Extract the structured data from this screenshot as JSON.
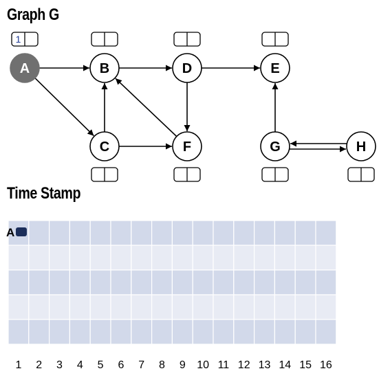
{
  "graph": {
    "title": "Graph G",
    "nodes": [
      {
        "id": "A",
        "label": "A",
        "visited": true,
        "discovery": "1",
        "finish": ""
      },
      {
        "id": "B",
        "label": "B",
        "visited": false,
        "discovery": "",
        "finish": ""
      },
      {
        "id": "C",
        "label": "C",
        "visited": false,
        "discovery": "",
        "finish": ""
      },
      {
        "id": "D",
        "label": "D",
        "visited": false,
        "discovery": "",
        "finish": ""
      },
      {
        "id": "E",
        "label": "E",
        "visited": false,
        "discovery": "",
        "finish": ""
      },
      {
        "id": "F",
        "label": "F",
        "visited": false,
        "discovery": "",
        "finish": ""
      },
      {
        "id": "G",
        "label": "G",
        "visited": false,
        "discovery": "",
        "finish": ""
      },
      {
        "id": "H",
        "label": "H",
        "visited": false,
        "discovery": "",
        "finish": ""
      }
    ],
    "edges": [
      {
        "from": "A",
        "to": "B"
      },
      {
        "from": "A",
        "to": "C"
      },
      {
        "from": "B",
        "to": "D"
      },
      {
        "from": "C",
        "to": "B"
      },
      {
        "from": "C",
        "to": "F"
      },
      {
        "from": "D",
        "to": "E"
      },
      {
        "from": "D",
        "to": "F"
      },
      {
        "from": "F",
        "to": "B"
      },
      {
        "from": "G",
        "to": "E"
      },
      {
        "from": "G",
        "to": "H"
      },
      {
        "from": "H",
        "to": "G"
      }
    ]
  },
  "timestamp": {
    "title": "Time Stamp",
    "columns": [
      "1",
      "2",
      "3",
      "4",
      "5",
      "6",
      "7",
      "8",
      "9",
      "10",
      "11",
      "12",
      "13",
      "14",
      "15",
      "16"
    ],
    "rows": [
      {
        "label": "A",
        "marks": [
          1
        ]
      },
      {
        "label": "",
        "marks": []
      },
      {
        "label": "",
        "marks": []
      },
      {
        "label": "",
        "marks": []
      },
      {
        "label": "",
        "marks": []
      }
    ]
  },
  "colors": {
    "visited_fill": "#707070",
    "visited_text": "#ffffff",
    "node_stroke": "#000000",
    "grid_dark": "#d2d9ea",
    "grid_light": "#e8ebf4",
    "grid_line": "#ffffff",
    "mark": "#1c2e5a"
  }
}
